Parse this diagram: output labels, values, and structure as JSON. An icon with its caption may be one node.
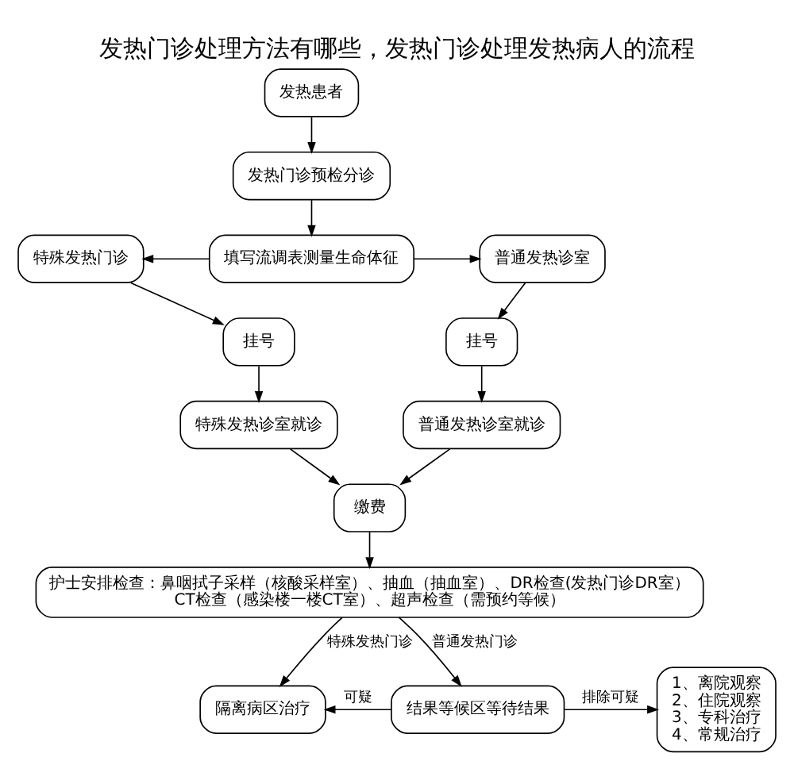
{
  "diagram": {
    "title": "发热门诊处理方法有哪些，发热门诊处理发热病人的流程",
    "nodes": [
      {
        "text": [
          "发热患者"
        ]
      },
      {
        "text": [
          "发热门诊预检分诊"
        ]
      },
      {
        "text": [
          "填写流调表测量生命体征"
        ]
      },
      {
        "text": [
          "特殊发热门诊"
        ]
      },
      {
        "text": [
          "普通发热诊室"
        ]
      },
      {
        "text": [
          "挂号"
        ]
      },
      {
        "text": [
          "挂号"
        ]
      },
      {
        "text": [
          "特殊发热诊室就诊"
        ]
      },
      {
        "text": [
          "普通发热诊室就诊"
        ]
      },
      {
        "text": [
          "缴费"
        ]
      },
      {
        "text": [
          "护士安排检查：鼻咽拭子采样（核酸采样室）、抽血（抽血室）、DR检查(发热门诊DR室）CT检查（感染楼一楼CT室）、超声检查（需预约等候）"
        ]
      },
      {
        "text": [
          "结果等候区等待结果"
        ]
      },
      {
        "text": [
          "隔离病区治疗"
        ]
      },
      {
        "text": [
          "1、离院观察",
          "2、住院观察",
          "3、专科治疗",
          "4、常规治疗"
        ]
      }
    ],
    "edges": [
      {
        "from": 0,
        "to": 1,
        "arrow": "to"
      },
      {
        "from": 1,
        "to": 2,
        "arrow": "to"
      },
      {
        "from": 2,
        "to": 3,
        "arrow": "to"
      },
      {
        "from": 2,
        "to": 4,
        "arrow": "to"
      },
      {
        "from": 3,
        "to": 5,
        "arrow": "to"
      },
      {
        "from": 4,
        "to": 6,
        "arrow": "to"
      },
      {
        "from": 5,
        "to": 7,
        "arrow": "to"
      },
      {
        "from": 6,
        "to": 8,
        "arrow": "to"
      },
      {
        "from": 7,
        "to": 9,
        "arrow": "to"
      },
      {
        "from": 8,
        "to": 9,
        "arrow": "to"
      },
      {
        "from": 9,
        "to": 10,
        "arrow": "to"
      },
      {
        "from": 10,
        "to": 12,
        "arrow": "to",
        "label": "特殊发热门诊"
      },
      {
        "from": 10,
        "to": 11,
        "arrow": "to",
        "label": "普通发热门诊"
      },
      {
        "from": 11,
        "to": 12,
        "arrow": "to",
        "label": "可疑"
      },
      {
        "from": 11,
        "to": 13,
        "arrow": "to",
        "label": "排除可疑"
      }
    ]
  }
}
